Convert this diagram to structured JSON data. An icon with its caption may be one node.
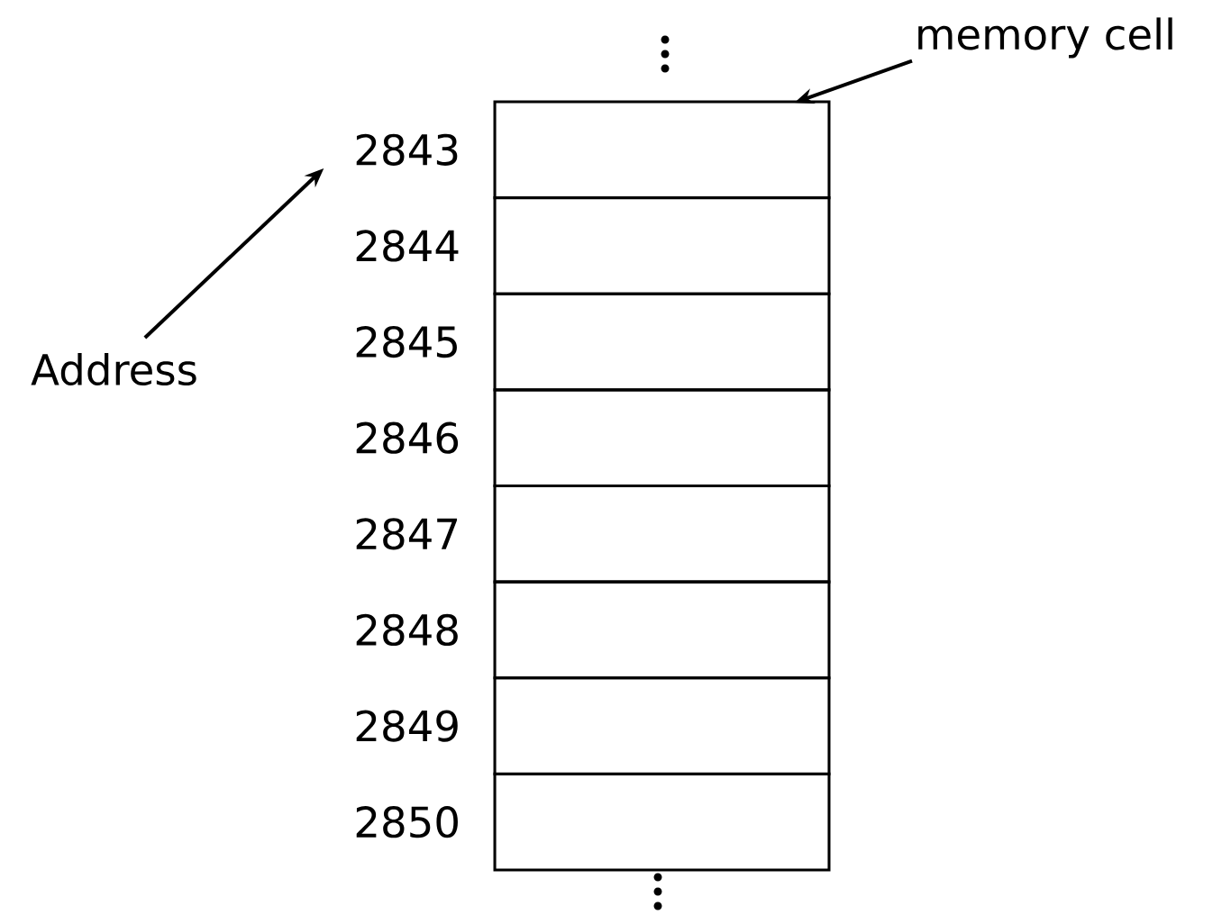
{
  "diagram": {
    "nodes": [
      {
        "text": [
          "Address"
        ]
      },
      {
        "text": [
          "memory cell"
        ]
      },
      {
        "text": [
          "2843"
        ]
      },
      {
        "text": [
          "2844"
        ]
      },
      {
        "text": [
          "2845"
        ]
      },
      {
        "text": [
          "2846"
        ]
      },
      {
        "text": [
          "2847"
        ]
      },
      {
        "text": [
          "2848"
        ]
      },
      {
        "text": [
          "2849"
        ]
      },
      {
        "text": [
          "2850"
        ]
      },
      {
        "text": [],
        "shape": "box"
      },
      {
        "text": [],
        "shape": "box"
      },
      {
        "text": [],
        "shape": "box"
      },
      {
        "text": [],
        "shape": "box"
      },
      {
        "text": [],
        "shape": "box"
      },
      {
        "text": [],
        "shape": "box"
      },
      {
        "text": [],
        "shape": "box"
      },
      {
        "text": [],
        "shape": "box"
      }
    ],
    "edges": [
      {
        "from": 0,
        "to": 2,
        "arrow": "to"
      },
      {
        "from": 1,
        "to": 10,
        "arrow": "to"
      }
    ]
  }
}
